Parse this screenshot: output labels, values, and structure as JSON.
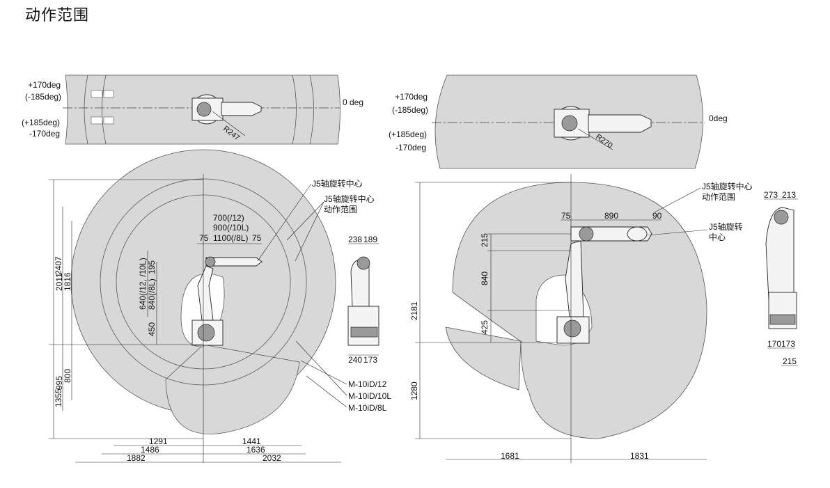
{
  "title": "动作范围",
  "top_left": {
    "angle_labels": [
      "+170deg",
      "(-185deg)",
      "(+185deg)",
      "-170deg"
    ],
    "zero_label": "0 deg",
    "radius_label": "R247"
  },
  "top_right": {
    "angle_labels": [
      "+170deg",
      "(-185deg)",
      "(+185deg)",
      "-170deg"
    ],
    "zero_label": "0deg",
    "radius_label": "R270"
  },
  "left": {
    "callout_j5_center": "J5轴旋转中心",
    "callout_j5_range": [
      "J5轴旋转中心",
      "动作范围"
    ],
    "reach_labels": [
      "700(/12)",
      "900(/10L)",
      "1100(/8L)"
    ],
    "top_dims": [
      "75",
      "75"
    ],
    "vertical_dims": [
      "2407",
      "2011",
      "1816",
      "195",
      "640(/12, /10L)",
      "840(/8L)",
      "450",
      "800",
      "995",
      "1355"
    ],
    "bottom_dims": [
      "1291",
      "1441",
      "1486",
      "1636",
      "1882",
      "2032"
    ],
    "side_dims_top": [
      "238",
      "189"
    ],
    "side_dims_bottom": [
      "240",
      "173"
    ],
    "models": [
      "M-10iD/12",
      "M-10iD/10L",
      "M-10iD/8L"
    ]
  },
  "right": {
    "callout_range": [
      "J5轴旋转中心",
      "动作范围"
    ],
    "callout_center": [
      "J5轴旋转",
      "中心"
    ],
    "top_dims": [
      "75",
      "890",
      "90"
    ],
    "vertical_dims": [
      "2181",
      "215",
      "840",
      "425",
      "1280"
    ],
    "bottom_dims": [
      "1681",
      "1831"
    ],
    "side_dims_top": [
      "273",
      "213"
    ],
    "side_dims_bottom": [
      "170",
      "173",
      "215"
    ]
  }
}
